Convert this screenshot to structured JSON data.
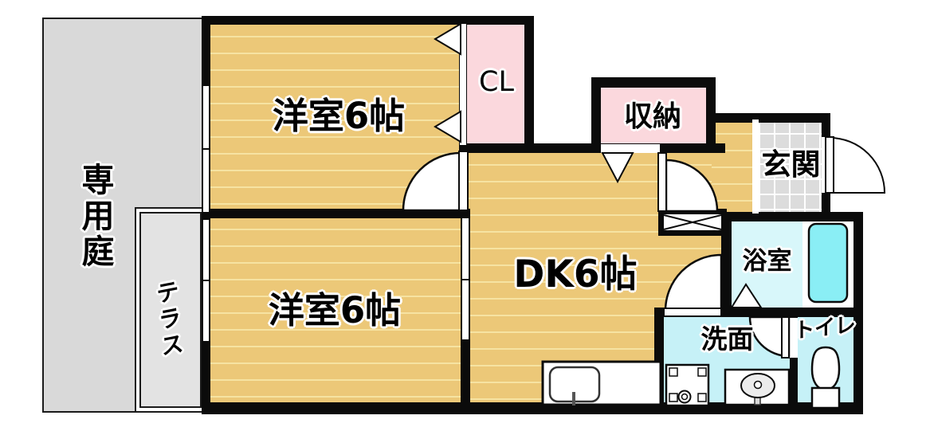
{
  "floorplan": {
    "rooms": {
      "garden": {
        "label": "専用庭"
      },
      "terrace": {
        "label": "テラス"
      },
      "western_room_top": {
        "label": "洋室6帖"
      },
      "western_room_bottom": {
        "label": "洋室6帖"
      },
      "dining_kitchen": {
        "label": "DK6帖"
      },
      "closet": {
        "label": "CL"
      },
      "storage": {
        "label": "収納"
      },
      "entrance": {
        "label": "玄関"
      },
      "bathroom": {
        "label": "浴室"
      },
      "washroom": {
        "label": "洗面"
      },
      "toilet": {
        "label": "トイレ"
      }
    },
    "colors": {
      "floor_tan": "#ecc878",
      "floor_stripe": "#f6e3a2",
      "closet_pink": "#fbd8dd",
      "wet_area_cyan": "#c6f1f7",
      "bath_cyan": "#d8f7fa",
      "bathtub_cyan": "#8aeef5",
      "garden_gray": "#d9d9d9",
      "terrace_gray": "#e3e3e3",
      "entrance_tile_gray": "#dcdcdc",
      "wall_black": "#0b0b0b"
    }
  }
}
